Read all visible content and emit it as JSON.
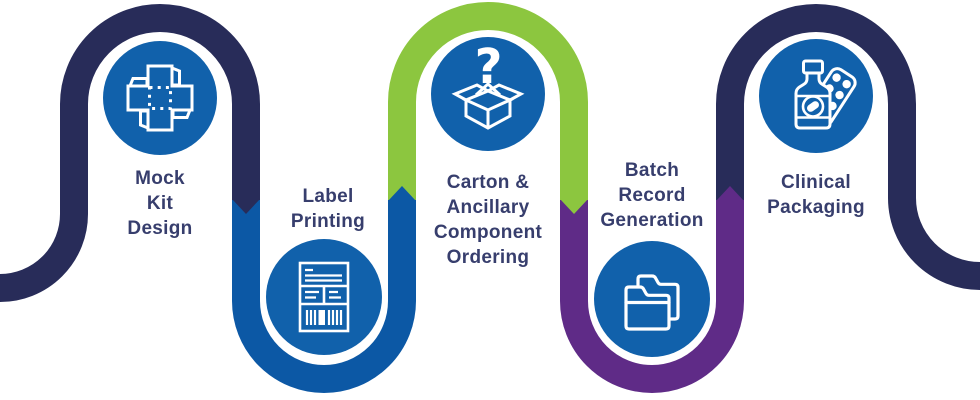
{
  "diagram": {
    "type": "process-flow",
    "background": "#ffffff",
    "colors": {
      "navy": "#282c59",
      "blue": "#0c58a5",
      "green": "#8cc63f",
      "purple": "#5f2b87",
      "circle_blue": "#1161ab",
      "icon_stroke": "#ffffff",
      "text": "#373e6d"
    },
    "steps": [
      {
        "id": 1,
        "label_lines": [
          "Mock",
          "Kit",
          "Design"
        ],
        "icon": "carton-template-icon",
        "circle_position": "top"
      },
      {
        "id": 2,
        "label_lines": [
          "Label",
          "Printing"
        ],
        "icon": "label-document-icon",
        "circle_position": "bottom"
      },
      {
        "id": 3,
        "label_lines": [
          "Carton &",
          "Ancillary",
          "Component",
          "Ordering"
        ],
        "question_mark": "?",
        "icon": "open-box-icon",
        "circle_position": "top"
      },
      {
        "id": 4,
        "label_lines": [
          "Batch",
          "Record",
          "Generation"
        ],
        "icon": "folders-icon",
        "circle_position": "bottom"
      },
      {
        "id": 5,
        "label_lines": [
          "Clinical",
          "Packaging"
        ],
        "icon": "medicine-bottle-blister-icon",
        "circle_position": "top"
      }
    ],
    "path_segments": [
      {
        "order": 1,
        "color_name": "navy"
      },
      {
        "order": 2,
        "color_name": "blue"
      },
      {
        "order": 3,
        "color_name": "green"
      },
      {
        "order": 4,
        "color_name": "purple"
      },
      {
        "order": 5,
        "color_name": "navy"
      }
    ]
  }
}
